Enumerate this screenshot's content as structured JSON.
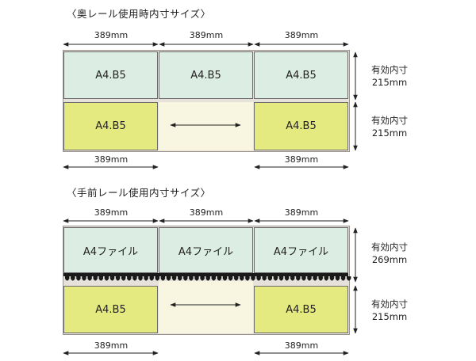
{
  "rear": {
    "title": "〈奥レール使用時内寸サイズ〉",
    "top_dims": [
      "389mm",
      "389mm",
      "389mm"
    ],
    "top_panels": [
      "A4.B5",
      "A4.B5",
      "A4.B5"
    ],
    "bottom_panels": [
      "A4.B5",
      "A4.B5"
    ],
    "bottom_dims": [
      "389mm",
      "389mm"
    ],
    "side_top": {
      "label": "有効内寸",
      "value": "215mm"
    },
    "side_bottom": {
      "label": "有効内寸",
      "value": "215mm"
    }
  },
  "front": {
    "title": "〈手前レール使用内寸サイズ〉",
    "top_dims": [
      "389mm",
      "389mm",
      "389mm"
    ],
    "top_panels": [
      "A4ファイル",
      "A4ファイル",
      "A4ファイル"
    ],
    "bottom_panels": [
      "A4.B5",
      "A4.B5"
    ],
    "bottom_dims": [
      "389mm",
      "389mm"
    ],
    "side_top": {
      "label": "有効内寸",
      "value": "269mm"
    },
    "side_bottom": {
      "label": "有効内寸",
      "value": "215mm"
    }
  },
  "colors": {
    "panel_mint": "#dceee4",
    "panel_yellow": "#e4ea80",
    "slide_cream": "#f8f5e0",
    "frame": "#e6e1da"
  }
}
